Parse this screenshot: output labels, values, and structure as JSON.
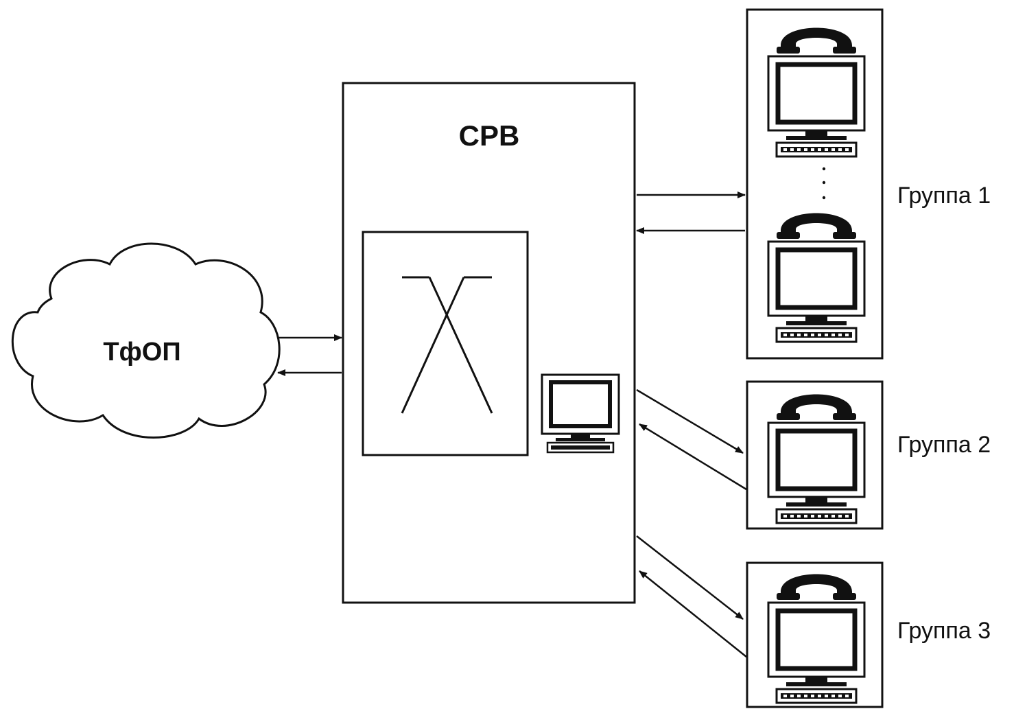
{
  "cloud": {
    "label": "ТфОП",
    "icon": "cloud-icon"
  },
  "switch_box": {
    "title": "СРВ",
    "switch_icon": "crossbar-switch-icon",
    "console_icon": "computer-terminal-icon"
  },
  "groups": [
    {
      "label": "Группа 1",
      "workstations": 2,
      "ellipsis": true
    },
    {
      "label": "Группа 2",
      "workstations": 1,
      "ellipsis": false
    },
    {
      "label": "Группа 3",
      "workstations": 1,
      "ellipsis": false
    }
  ],
  "workstation_icons": [
    "telephone-handset-icon",
    "monitor-icon",
    "keyboard-icon"
  ],
  "colors": {
    "line": "#111111",
    "background": "#ffffff"
  }
}
